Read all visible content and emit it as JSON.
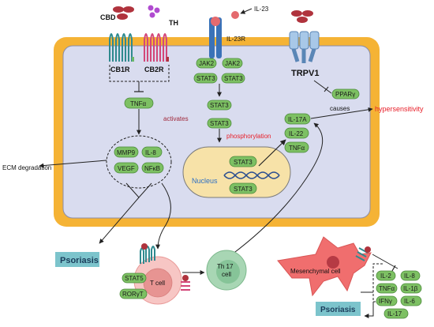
{
  "labels": {
    "cbd": "CBD",
    "th": "TH",
    "cb1r": "CB1R",
    "cb2r": "CB2R",
    "il23": "IL-23",
    "il23r": "IL-23R",
    "trpv1": "TRPV1",
    "ppar": "PPARγ",
    "tnfa_top": "TNFα",
    "activates": "activates",
    "jak2_a": "JAK2",
    "jak2_b": "JAK2",
    "stat3_a": "STAT3",
    "stat3_b": "STAT3",
    "stat3_c": "STAT3",
    "stat3_d": "STAT3",
    "stat3_e": "STAT3",
    "stat3_f": "STAT3",
    "phosphorylation": "phosphorylation",
    "nucleus": "Nucleus",
    "mmp9": "MMP9",
    "il8": "IL-8",
    "vegf": "VEGF",
    "nfkb": "NFκB",
    "ecm": "ECM degradation",
    "il17a": "IL-17A",
    "il22": "IL-22",
    "tnfa_mid": "TNFα",
    "causes": "causes",
    "hypersensitivity": "hypersensitivity",
    "psoriasis_left": "Psoriasis",
    "tcell": "T cell",
    "stat5": "STAT5",
    "rorgt": "RORγT",
    "th17_line1": "Th 17",
    "th17_line2": "cell",
    "mesenchymal": "Mesenchymal cell",
    "psoriasis_right": "Psoriasis",
    "m_il2": "IL-2",
    "m_il8": "IL-8",
    "m_tnfa": "TNFα",
    "m_il1b": "IL-1β",
    "m_ifng": "IFNγ",
    "m_il6": "IL-6",
    "m_il17": "IL-17"
  },
  "colors": {
    "cell_outer": "#f5b335",
    "cell_inner": "#d9dcef",
    "pill": "#7dc063",
    "pill_stroke": "#4b8a3b",
    "red_label": "#e8202a",
    "dark_red_label": "#a0283a",
    "blue_label": "#2d6fc4",
    "nucleus_fill": "#f7e2a8",
    "psoriasis_box": "#7cc4cc"
  }
}
